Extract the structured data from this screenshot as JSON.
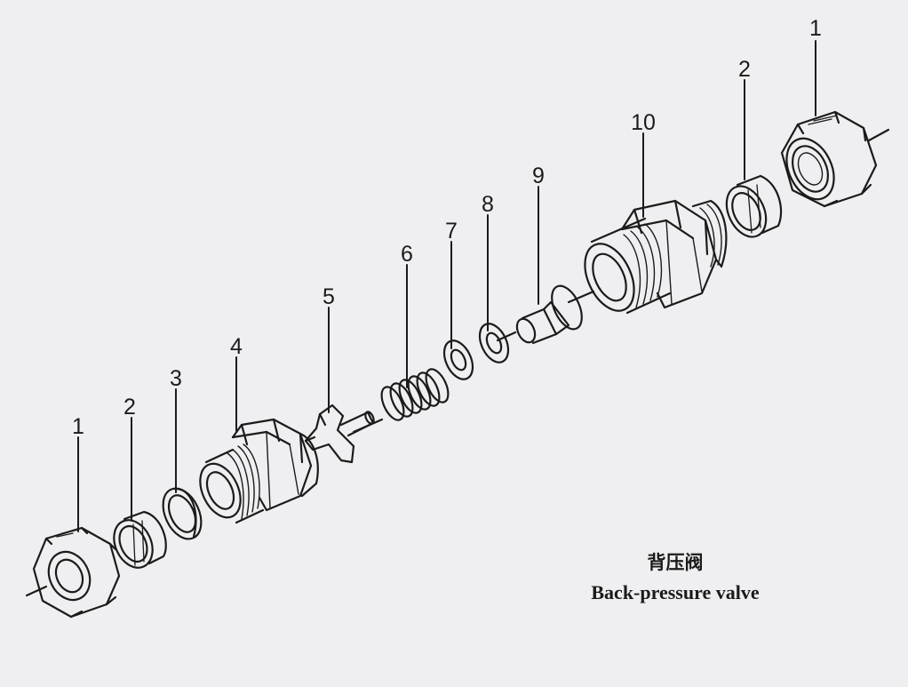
{
  "parts": [
    {
      "id": "nut-left",
      "number": "1",
      "name": ""
    },
    {
      "id": "ferrule-left",
      "number": "2",
      "name": ""
    },
    {
      "id": "washer-3",
      "number": "3",
      "name": ""
    },
    {
      "id": "body-4",
      "number": "4",
      "name": ""
    },
    {
      "id": "valve-5",
      "number": "5",
      "name": ""
    },
    {
      "id": "spring-6",
      "number": "6",
      "name": ""
    },
    {
      "id": "washer-7",
      "number": "7",
      "name": ""
    },
    {
      "id": "washer-8",
      "number": "8",
      "name": ""
    },
    {
      "id": "seat-9",
      "number": "9",
      "name": ""
    },
    {
      "id": "body-10",
      "number": "10",
      "name": ""
    },
    {
      "id": "ferrule-right",
      "number": "2",
      "name": ""
    },
    {
      "id": "nut-right",
      "number": "1",
      "name": ""
    }
  ],
  "caption": {
    "chinese": "背压阀",
    "english": "Back-pressure valve"
  },
  "colors": {
    "background": "#efeff1",
    "ink": "#1b1b1b"
  }
}
